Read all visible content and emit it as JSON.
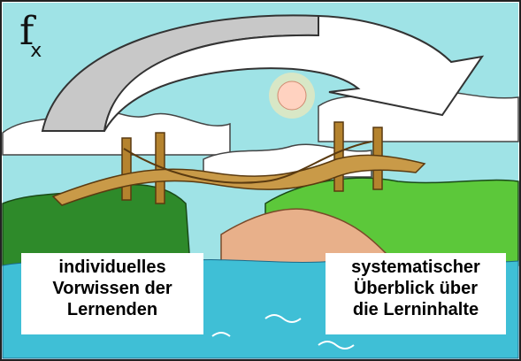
{
  "symbol": {
    "main": "f",
    "sub": "x"
  },
  "labels": {
    "left": [
      "individuelles",
      "Vorwissen der",
      "Lernenden"
    ],
    "right": [
      "systematischer",
      "Überblick über",
      "die Lerninhalte"
    ]
  },
  "colors": {
    "sky": "#9fe3e6",
    "water": "#3fbfd6",
    "grass_dark": "#2e8a2a",
    "grass_light": "#5cc83a",
    "cliff": "#e8b08a",
    "bridge_wood": "#b5832e",
    "arrow_grey": "#c8c8c8",
    "arrow_white": "#ffffff",
    "sun": "#ffd2c0"
  }
}
